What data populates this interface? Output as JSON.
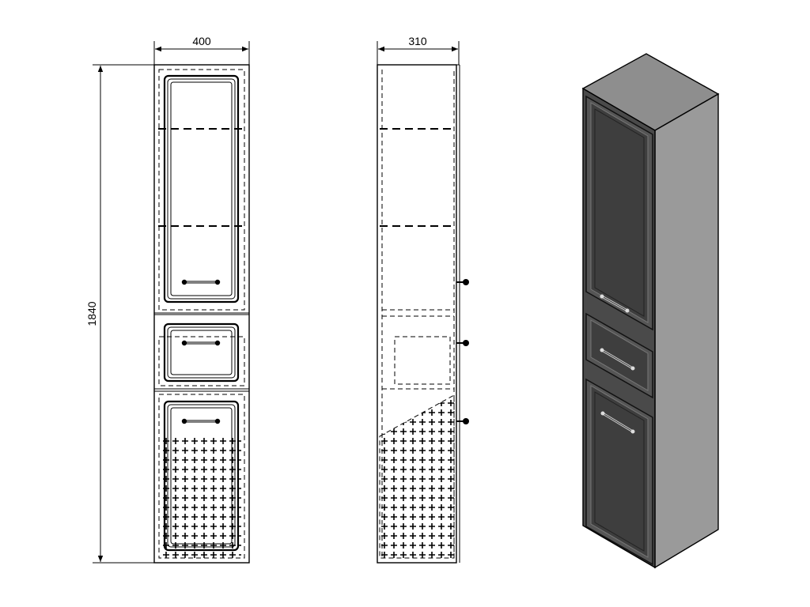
{
  "dimensions": {
    "width_label": "400",
    "depth_label": "310",
    "height_label": "1840"
  },
  "colors": {
    "line": "#000000",
    "background": "#ffffff",
    "iso_front": "#4a4a4a",
    "iso_top": "#8e8e8e",
    "iso_side": "#9a9a9a",
    "iso_panel": "#3e3e3e"
  }
}
